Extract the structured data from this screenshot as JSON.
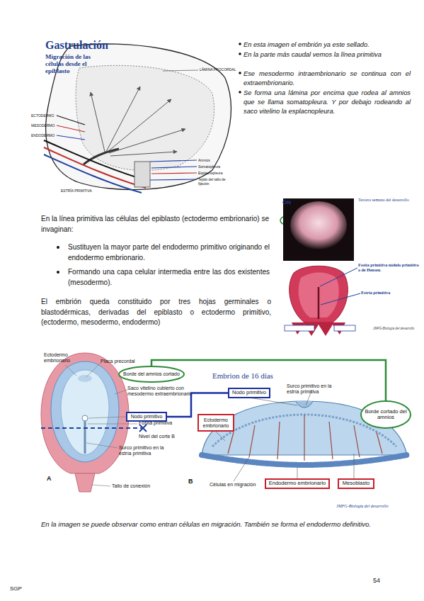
{
  "diagram": {
    "title": "Gastrulación",
    "caption": "En la imagen se puede observar como entran células en migración. También se forma el endodermo definitivo.",
    "nodes": [
      {
        "text": [
          "Borde del amnios cortado"
        ]
      },
      {
        "text": [
          "Nodo primitivo"
        ]
      },
      {
        "text": [
          "Nodo primitivo"
        ]
      },
      {
        "text": [
          "Borde cortado del amnios"
        ]
      },
      {
        "text": [
          "Ectodermo embrionario"
        ]
      },
      {
        "text": [
          "Endodermo embrionario"
        ]
      },
      {
        "text": [
          "Mesoblasto"
        ]
      }
    ],
    "edges": [
      {
        "from": 0,
        "to": 3,
        "arrow": "none"
      },
      {
        "from": 1,
        "to": 2,
        "arrow": "none"
      }
    ],
    "labels": [
      "Migración de las células desde el epiblasto",
      "LÁMINA PROCORDAL",
      "ECTODERMO",
      "MESODERMO",
      "ENDODERMO",
      "Amnios",
      "Somatopleura",
      "Esplacnopleura",
      "Tejido del tallo de fijación",
      "ESTRÍA PRIMITIVA",
      "En esta imagen el embrión ya este sellado.",
      "En la parte más caudal vemos la línea primitiva",
      "Ese mesodermo intraembrionario se continua con el extraembrionario.",
      "Se forma una lámina por encima que rodea al amnios que se llama somatopleura. Y por debajo rodeando al saco vitelino la esplacnopleura.",
      "En la línea primitiva las células del epiblasto (ectodermo embrionario) se invaginan:",
      "Sustituyen la mayor parte del endodermo primitivo originando el endodermo embrionario.",
      "Formando una capa celular intermedia entre las dos existentes (mesodermo).",
      "El embrión queda constituido por tres hojas germinales o blastodérmicas, derivadas del epiblasto o ectodermo primitivo, (ectodermo, mesodermo, endodermo)",
      "ÓN",
      "Tercera semana del desarrollo",
      "Fosita primitiva nódulo primitivo o de Hensen.",
      "Estría primitiva",
      "JMFG-Biología del desarrollo",
      "Ectodermo embrionario",
      "Placa precordal",
      "Saco vitelino cubierto con mesodermo extraembrionario",
      "Fosita primitiva",
      "Nivel del corte B",
      "Surco primitivo en la estría primitiva",
      "Tallo de conexión",
      "A",
      "Embrion de 16 días",
      "Surco primitivo en la estría primitiva",
      "Células en migración",
      "B",
      "JMFG-Biología del desarrollo",
      "SGP",
      "54"
    ]
  }
}
